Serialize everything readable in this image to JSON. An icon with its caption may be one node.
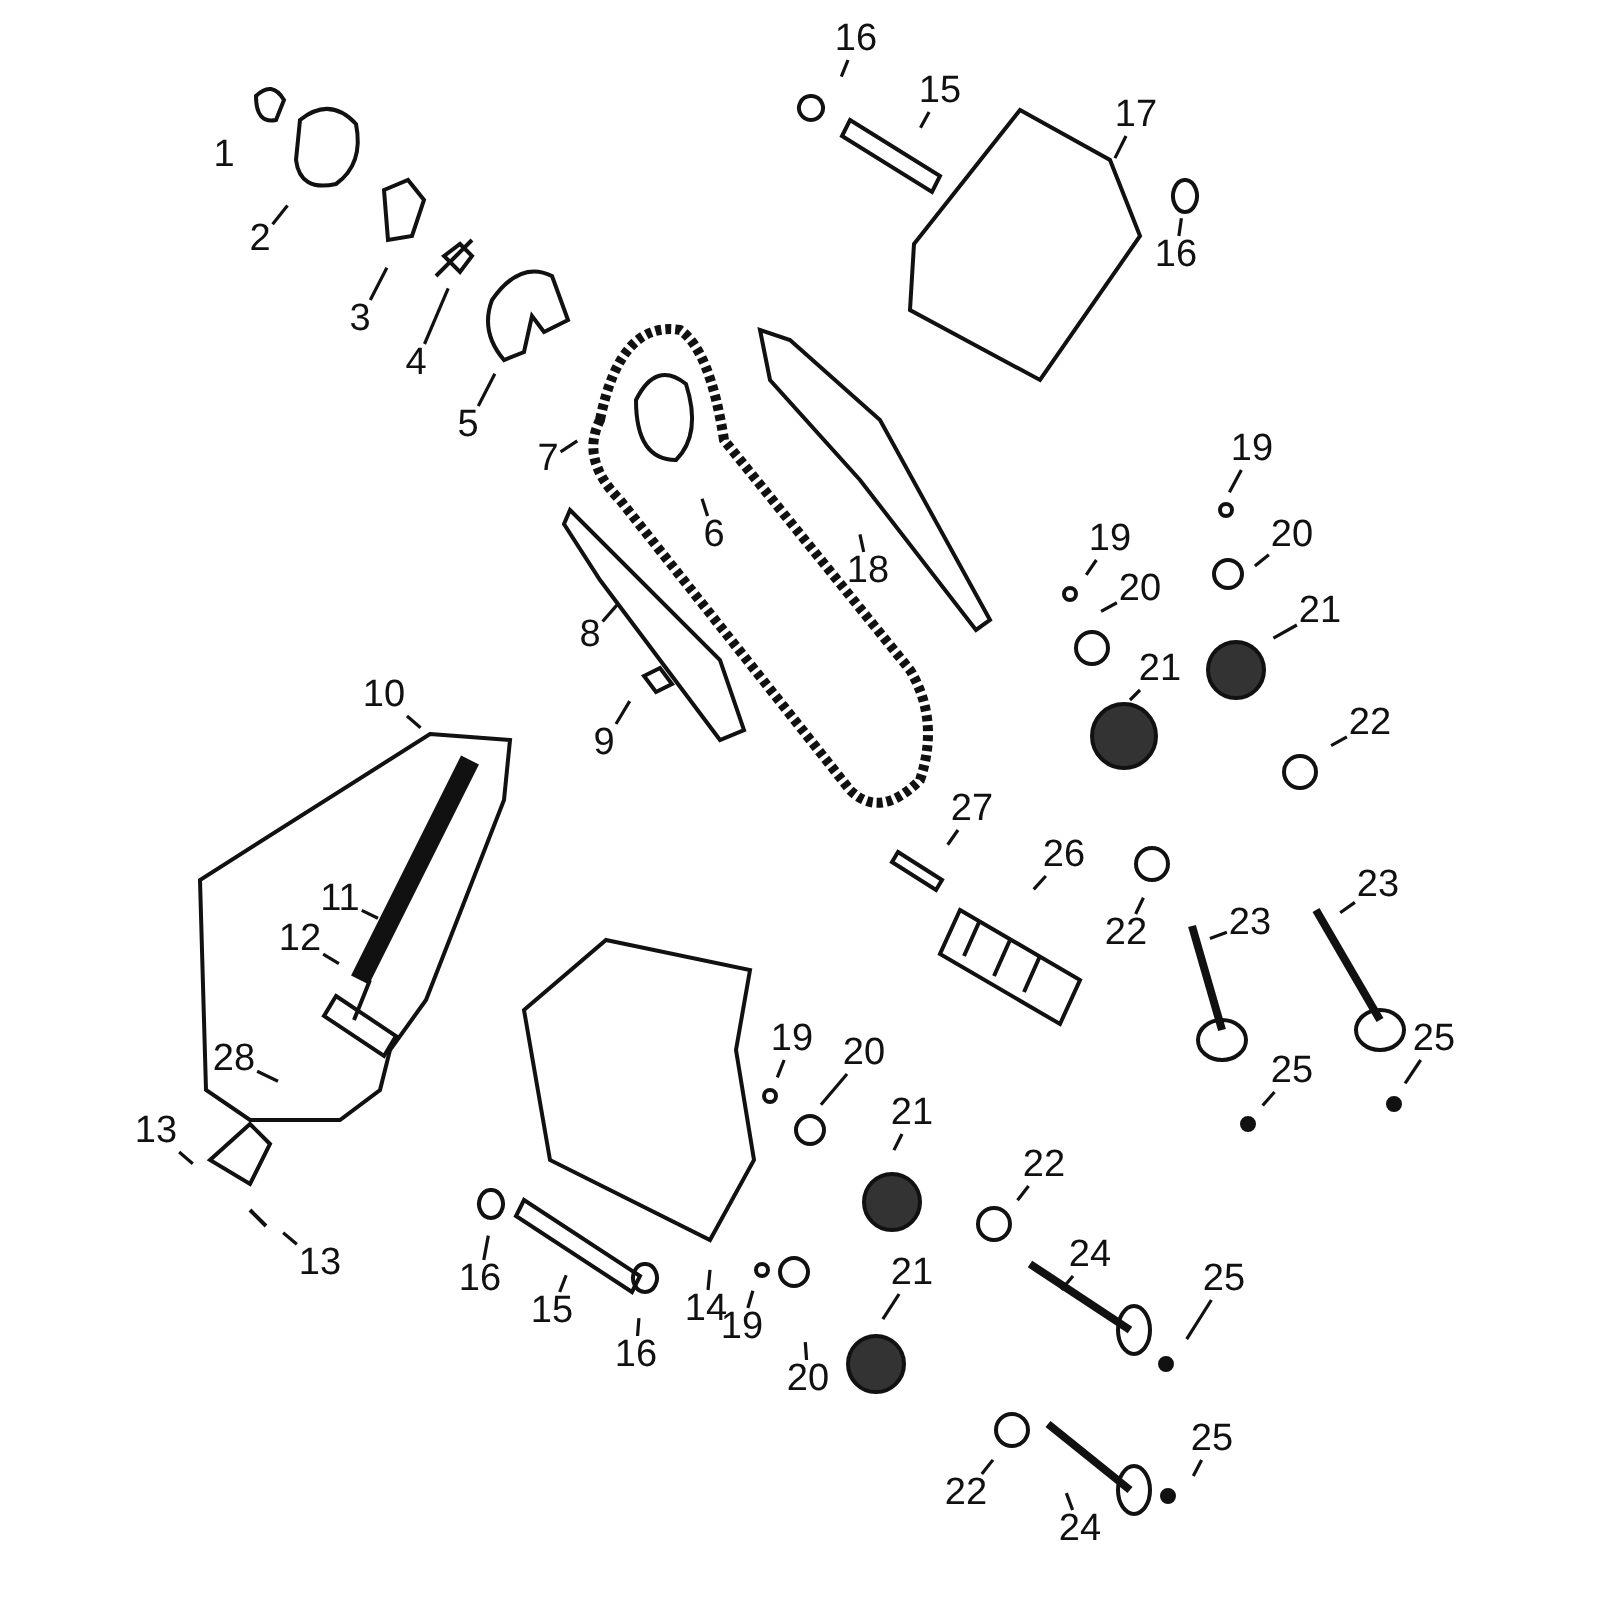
{
  "diagram": {
    "nodes": [
      {
        "text": [
          "16"
        ]
      },
      {
        "text": [
          "15"
        ]
      },
      {
        "text": [
          "17"
        ]
      },
      {
        "text": [
          "2"
        ]
      },
      {
        "text": [
          "16"
        ]
      },
      {
        "text": [
          "3"
        ]
      },
      {
        "text": [
          "4"
        ]
      },
      {
        "text": [
          "5"
        ]
      },
      {
        "text": [
          "7"
        ]
      },
      {
        "text": [
          "6"
        ]
      },
      {
        "text": [
          "19"
        ]
      },
      {
        "text": [
          "18"
        ]
      },
      {
        "text": [
          "19"
        ]
      },
      {
        "text": [
          "20"
        ]
      },
      {
        "text": [
          "20"
        ]
      },
      {
        "text": [
          "21"
        ]
      },
      {
        "text": [
          "8"
        ]
      },
      {
        "text": [
          "21"
        ]
      },
      {
        "text": [
          "10"
        ]
      },
      {
        "text": [
          "22"
        ]
      },
      {
        "text": [
          "9"
        ]
      },
      {
        "text": [
          "27"
        ]
      },
      {
        "text": [
          "26"
        ]
      },
      {
        "text": [
          "11"
        ]
      },
      {
        "text": [
          "23"
        ]
      },
      {
        "text": [
          "22"
        ]
      },
      {
        "text": [
          "23"
        ]
      },
      {
        "text": [
          "12"
        ]
      },
      {
        "text": [
          "19"
        ]
      },
      {
        "text": [
          "20"
        ]
      },
      {
        "text": [
          "25"
        ]
      },
      {
        "text": [
          "28"
        ]
      },
      {
        "text": [
          "25"
        ]
      },
      {
        "text": [
          "21"
        ]
      },
      {
        "text": [
          "13"
        ]
      },
      {
        "text": [
          "22"
        ]
      },
      {
        "text": [
          "24"
        ]
      },
      {
        "text": [
          "13"
        ]
      },
      {
        "text": [
          "21"
        ]
      },
      {
        "text": [
          "25"
        ]
      },
      {
        "text": [
          "16"
        ]
      },
      {
        "text": [
          "14"
        ]
      },
      {
        "text": [
          "15"
        ]
      },
      {
        "text": [
          "19"
        ]
      },
      {
        "text": [
          "16"
        ]
      },
      {
        "text": [
          "20"
        ]
      },
      {
        "text": [
          "25"
        ]
      },
      {
        "text": [
          "22"
        ]
      },
      {
        "text": [
          "24"
        ]
      }
    ],
    "edges": [
      {
        "from": 0,
        "to": null,
        "arrow": "none"
      },
      {
        "from": 1,
        "to": null,
        "arrow": "none"
      },
      {
        "from": 2,
        "to": null,
        "arrow": "none"
      },
      {
        "from": 3,
        "to": null,
        "arrow": "none"
      },
      {
        "from": 4,
        "to": null,
        "arrow": "none"
      },
      {
        "from": 5,
        "to": null,
        "arrow": "none"
      },
      {
        "from": 6,
        "to": null,
        "arrow": "none"
      },
      {
        "from": 7,
        "to": null,
        "arrow": "none"
      },
      {
        "from": 8,
        "to": null,
        "arrow": "none"
      },
      {
        "from": 9,
        "to": null,
        "arrow": "none"
      },
      {
        "from": 10,
        "to": null,
        "arrow": "none"
      },
      {
        "from": 11,
        "to": null,
        "arrow": "none"
      },
      {
        "from": 12,
        "to": null,
        "arrow": "none"
      },
      {
        "from": 13,
        "to": null,
        "arrow": "none"
      },
      {
        "from": 14,
        "to": null,
        "arrow": "none"
      },
      {
        "from": 15,
        "to": null,
        "arrow": "none"
      },
      {
        "from": 16,
        "to": null,
        "arrow": "none"
      },
      {
        "from": 17,
        "to": null,
        "arrow": "none"
      },
      {
        "from": 18,
        "to": null,
        "arrow": "none"
      },
      {
        "from": 19,
        "to": null,
        "arrow": "none"
      },
      {
        "from": 20,
        "to": null,
        "arrow": "none"
      },
      {
        "from": 21,
        "to": null,
        "arrow": "none"
      },
      {
        "from": 22,
        "to": null,
        "arrow": "none"
      },
      {
        "from": 23,
        "to": null,
        "arrow": "none"
      },
      {
        "from": 24,
        "to": null,
        "arrow": "none"
      },
      {
        "from": 25,
        "to": null,
        "arrow": "none"
      },
      {
        "from": 26,
        "to": null,
        "arrow": "none"
      },
      {
        "from": 27,
        "to": null,
        "arrow": "none"
      },
      {
        "from": 28,
        "to": null,
        "arrow": "none"
      },
      {
        "from": 29,
        "to": null,
        "arrow": "none"
      },
      {
        "from": 30,
        "to": null,
        "arrow": "none"
      },
      {
        "from": 31,
        "to": null,
        "arrow": "none"
      },
      {
        "from": 32,
        "to": null,
        "arrow": "none"
      },
      {
        "from": 33,
        "to": null,
        "arrow": "none"
      },
      {
        "from": 34,
        "to": null,
        "arrow": "none"
      },
      {
        "from": 35,
        "to": null,
        "arrow": "none"
      },
      {
        "from": 36,
        "to": null,
        "arrow": "none"
      },
      {
        "from": 37,
        "to": null,
        "arrow": "none"
      },
      {
        "from": 38,
        "to": null,
        "arrow": "none"
      },
      {
        "from": 39,
        "to": null,
        "arrow": "none"
      },
      {
        "from": 40,
        "to": null,
        "arrow": "none"
      },
      {
        "from": 41,
        "to": null,
        "arrow": "none"
      },
      {
        "from": 42,
        "to": null,
        "arrow": "none"
      },
      {
        "from": 43,
        "to": null,
        "arrow": "none"
      },
      {
        "from": 44,
        "to": null,
        "arrow": "none"
      },
      {
        "from": 45,
        "to": null,
        "arrow": "none"
      },
      {
        "from": 46,
        "to": null,
        "arrow": "none"
      },
      {
        "from": 47,
        "to": null,
        "arrow": "none"
      },
      {
        "from": 48,
        "to": null,
        "arrow": "none"
      }
    ],
    "labels": [
      "1"
    ]
  }
}
